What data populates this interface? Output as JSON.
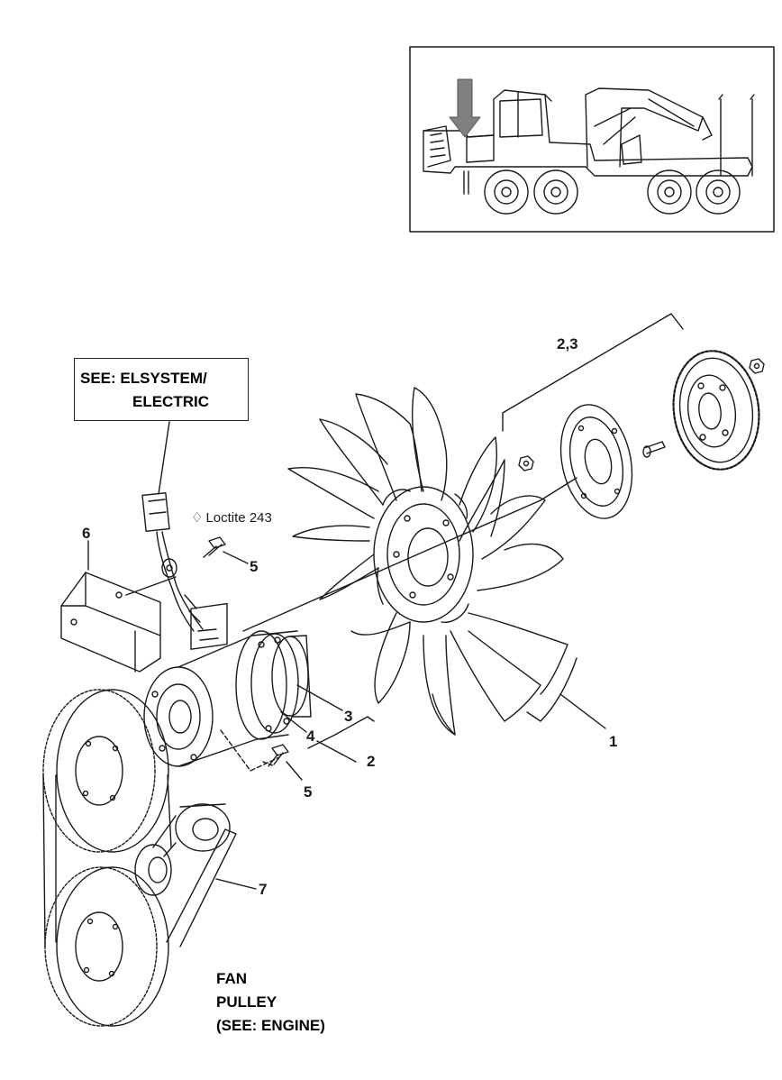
{
  "callouts": {
    "c1": "1",
    "c2": "2",
    "c3": "3",
    "c4": "4",
    "c5a": "5",
    "c5b": "5",
    "c6": "6",
    "c7": "7",
    "c23": "2,3"
  },
  "see_box": {
    "line1": "SEE: ELSYSTEM/",
    "line2": "ELECTRIC"
  },
  "loctite": {
    "icon": "drop-icon",
    "glyph": "♢",
    "text": "Loctite 243"
  },
  "bottom_note": {
    "line1": "FAN",
    "line2": "PULLEY",
    "line3": "(SEE: ENGINE)"
  },
  "colors": {
    "ink": "#1a1a1a",
    "arrow": "#808080"
  }
}
